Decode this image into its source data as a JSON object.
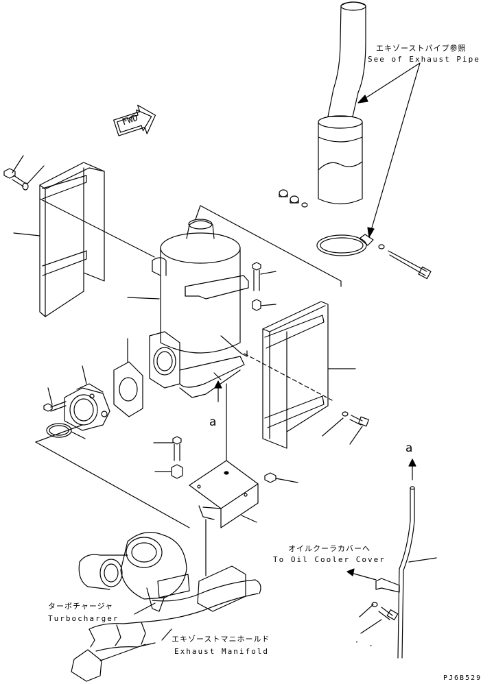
{
  "labels": {
    "exhaust_pipe_jp": "エキゾーストパイプ参照",
    "exhaust_pipe_en": "See of Exhaust Pipe",
    "fwd": "FWD",
    "ref_a_center": "a",
    "ref_a_right": "a",
    "oil_cooler_jp": "オイルクーラカバーへ",
    "oil_cooler_en": "To Oil Cooler Cover",
    "turbo_jp": "ターボチャージャ",
    "turbo_en": "Turbocharger",
    "manifold_jp": "エキゾーストマニホールド",
    "manifold_en": "Exhaust Manifold",
    "drawing_code": "PJ6B529"
  }
}
